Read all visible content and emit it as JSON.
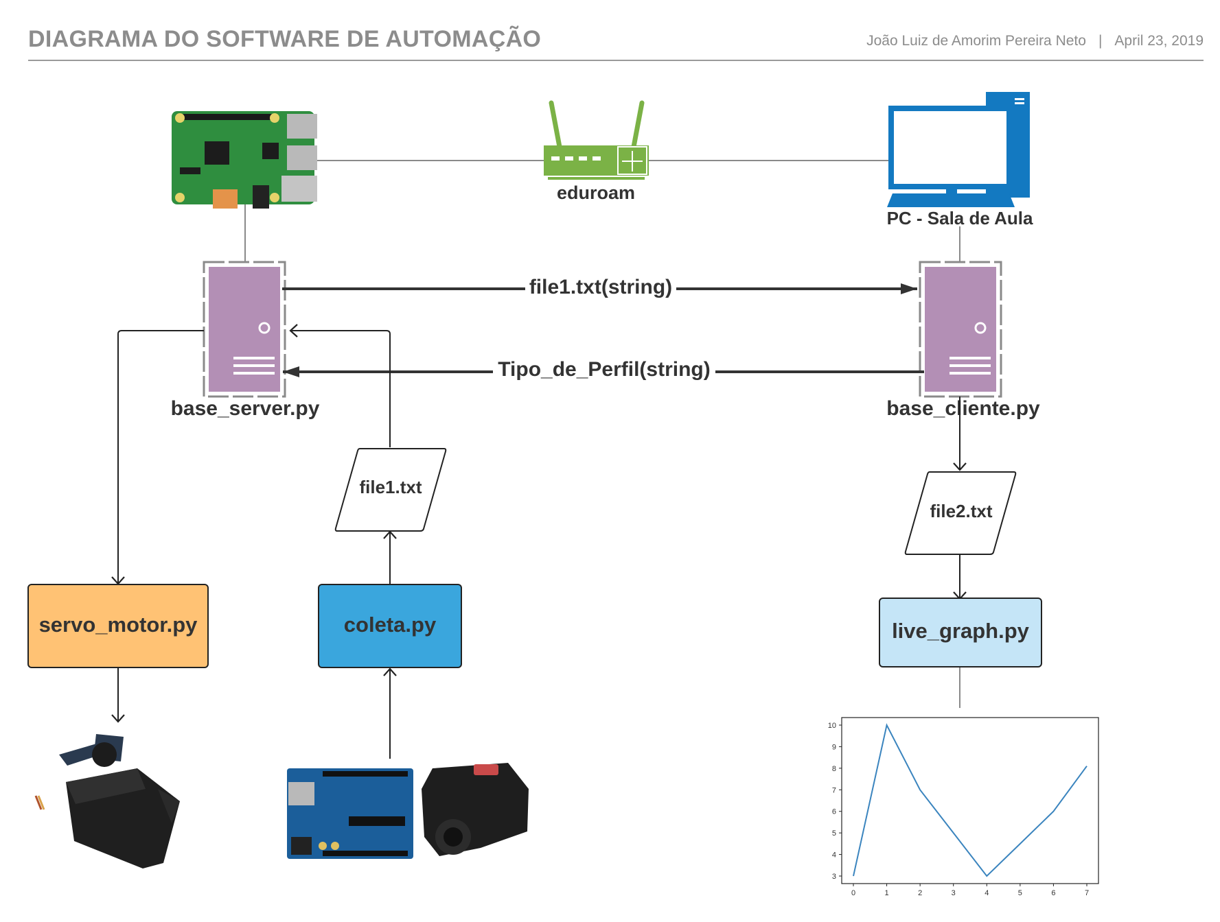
{
  "header": {
    "title": "DIAGRAMA DO SOFTWARE DE AUTOMAÇÃO",
    "author": "João Luiz de Amorim Pereira Neto",
    "separator": "|",
    "date": "April 23, 2019"
  },
  "devices": {
    "router_label": "eduroam",
    "pc_label": "PC - Sala de Aula"
  },
  "servers": {
    "server_label": "base_server.py",
    "client_label": "base_cliente.py"
  },
  "messages": {
    "to_client": "file1.txt(string)",
    "to_server": "Tipo_de_Perfil(string)"
  },
  "files": {
    "file1": "file1.txt",
    "file2": "file2.txt"
  },
  "modules": {
    "servo": "servo_motor.py",
    "coleta": "coleta.py",
    "live_graph": "live_graph.py"
  },
  "colors": {
    "servo_box": "#FFC274",
    "coleta_box": "#3AA6DD",
    "live_graph_box": "#C5E5F7",
    "server": "#B38FB5",
    "router": "#7BB246",
    "pc": "#1379C1",
    "plot_line": "#3A84BE"
  },
  "chart_data": {
    "type": "line",
    "x": [
      0,
      1,
      2,
      3,
      4,
      5,
      6,
      7
    ],
    "series": [
      {
        "values": [
          3,
          10,
          7,
          5,
          3,
          4.5,
          6,
          8.1
        ]
      }
    ],
    "xticks": [
      "0",
      "1",
      "2",
      "3",
      "4",
      "5",
      "6",
      "7"
    ],
    "yticks": [
      "3",
      "4",
      "5",
      "6",
      "7",
      "8",
      "9",
      "10"
    ],
    "xlim": [
      -0.35,
      7.35
    ],
    "ylim": [
      2.65,
      10.35
    ]
  }
}
